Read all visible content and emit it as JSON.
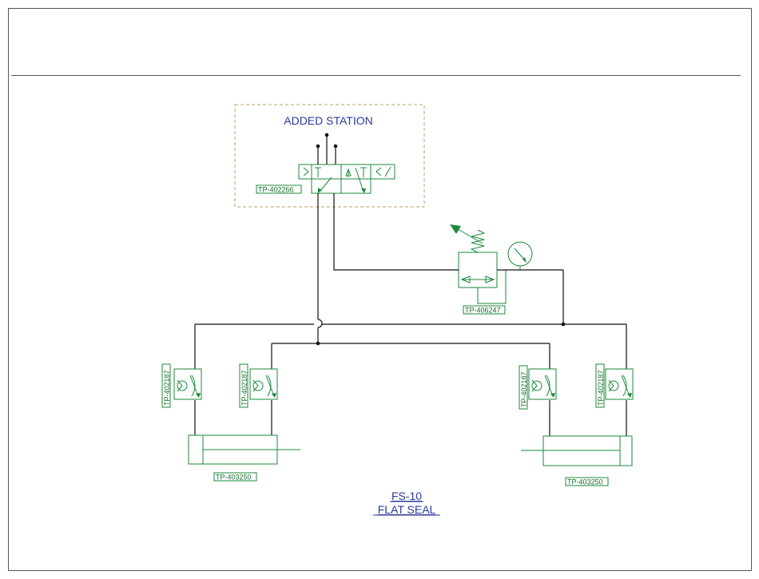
{
  "station_title": "ADDED STATION",
  "components": {
    "valve_tag": "TP-402266",
    "regulator_tag": "TP-406247",
    "flow_control_tag_1": "TP-402187",
    "flow_control_tag_2": "TP-402187",
    "flow_control_tag_3": "TP-402187",
    "flow_control_tag_4": "TP-402187",
    "cylinder_left_tag": "TP-403250",
    "cylinder_right_tag": "TP-403250"
  },
  "footer": {
    "code": "FS-10",
    "name": "FLAT SEAL"
  },
  "colors": {
    "symbol": "#1a8a3a",
    "title_text": "#2a3a9a",
    "station_border": "#b9a06a"
  }
}
